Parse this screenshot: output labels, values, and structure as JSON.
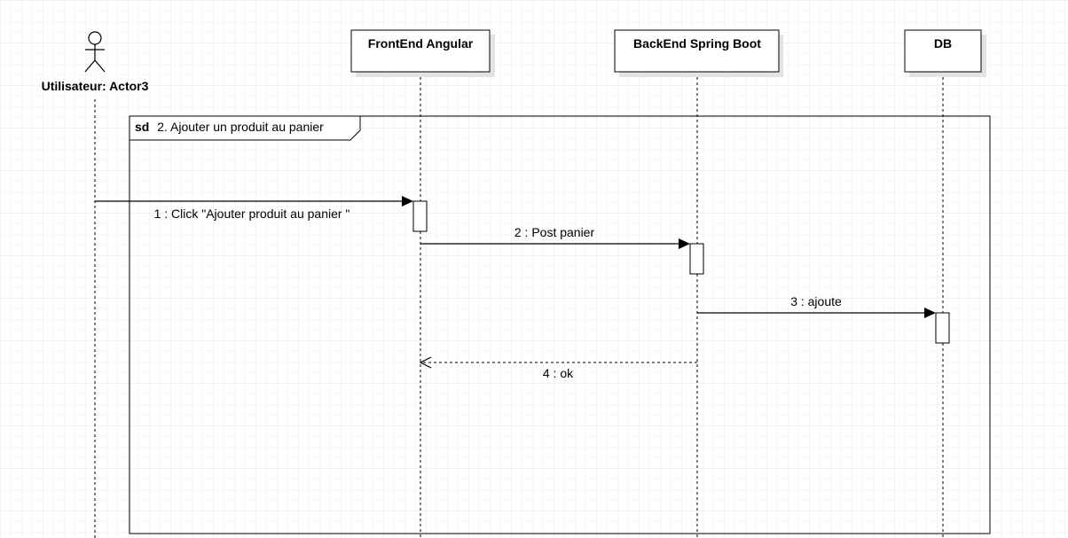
{
  "diagram": {
    "frame": {
      "keyword": "sd",
      "title": "2. Ajouter un produit au panier"
    },
    "actor": {
      "name": "Utilisateur: Actor3",
      "icon": "stick-figure-icon"
    },
    "participants": [
      {
        "name": "FrontEnd Angular"
      },
      {
        "name": "BackEnd Spring Boot"
      },
      {
        "name": "DB"
      }
    ],
    "messages": [
      {
        "number": "1",
        "label": "1 : Click \"Ajouter produit  au panier \"",
        "from": "actor",
        "to": "FrontEnd Angular",
        "kind": "synchronous"
      },
      {
        "number": "2",
        "label": "2 : Post panier",
        "from": "FrontEnd Angular",
        "to": "BackEnd Spring Boot",
        "kind": "synchronous"
      },
      {
        "number": "3",
        "label": "3 : ajoute",
        "from": "BackEnd Spring Boot",
        "to": "DB",
        "kind": "synchronous"
      },
      {
        "number": "4",
        "label": "4 : ok",
        "from": "BackEnd Spring Boot",
        "to": "FrontEnd Angular",
        "kind": "return"
      }
    ],
    "colors": {
      "line": "#000000",
      "grid": "#e6e6e6",
      "shadow": "#e3e3e3",
      "background": "#ffffff"
    }
  }
}
